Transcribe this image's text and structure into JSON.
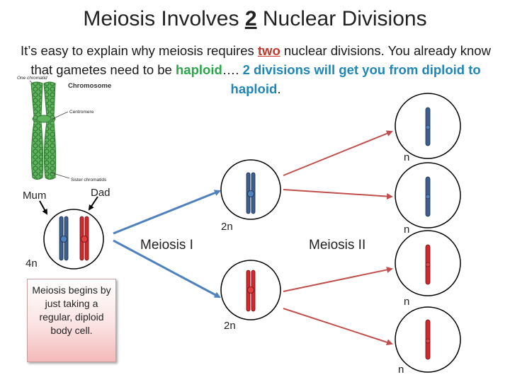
{
  "title": {
    "before": "Meiosis Involves ",
    "number": "2",
    "after": " Nuclear Divisions"
  },
  "intro": {
    "t1": "It’s easy to explain why meiosis requires ",
    "t2": "two",
    "t3": " nuclear divisions. You already know that gametes need to be ",
    "t4": "haploid",
    "t5": "…. ",
    "t6": "2 divisions will get you from diploid to haploid",
    "t7": "."
  },
  "chromosome_image": {
    "title": "Chromosome",
    "one_chromatid": "One chromatid",
    "centromere": "Centromere",
    "sister_chromatids": "Sister chromatids"
  },
  "labels": {
    "mum": "Mum",
    "dad": "Dad",
    "fourN": "4n",
    "meiosis1": "Meiosis I",
    "meiosis2": "Meiosis II",
    "twoN_top": "2n",
    "twoN_bottom": "2n",
    "n1": "n",
    "n2": "n",
    "n3": "n",
    "n4": "n"
  },
  "description": "Meiosis begins by just taking a regular, diploid body cell.",
  "colors": {
    "maternal": "#3d5f8f",
    "paternal": "#d3272d",
    "arrow": "#c0504d",
    "arrow_blue": "#4f81bd",
    "highlight_red": "#c0392b",
    "highlight_green": "#2ba64a",
    "highlight_teal": "#1f86b8"
  }
}
